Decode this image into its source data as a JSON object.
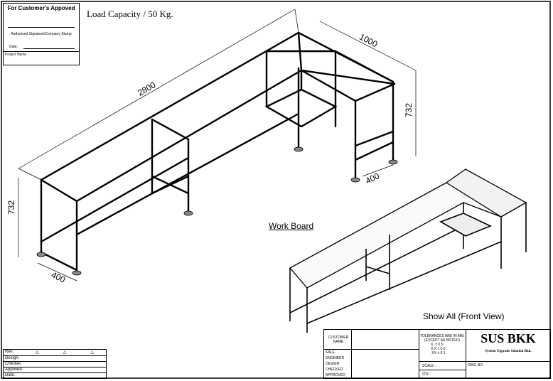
{
  "approval_box": {
    "title": "For Customer's  Appoved",
    "signature_label": "Authorized Signature/Company Stamp",
    "date_label": "Date:",
    "project_label": "Project Name :"
  },
  "load_capacity": "Load Capacity / 50 Kg.",
  "dimensions": {
    "length": "2800",
    "width": "1000",
    "height_right": "732",
    "height_left": "732",
    "depth_right": "400",
    "depth_left": "400"
  },
  "work_board_label": "Work Board",
  "show_all_label": "Show All (Front View)",
  "revision_table": {
    "rows": [
      "Rev.",
      "Design.",
      "Checker.",
      "Appoved.",
      "Date."
    ]
  },
  "title_block": {
    "customer_name": "CUSTOMER\nNAME",
    "roles": [
      "SALE",
      "ENGINEER",
      "DESIGN",
      "CHECKED",
      "APPROVED"
    ],
    "tolerances_title": "TOLERANCES ARE IN MM.",
    "tolerances_except": "(EXCEPT AS NOTED)",
    "tol_1": "X.   ±  0.5",
    "tol_2": "X.X  ±  0.3",
    "tol_3": ".XX  ±  0.1",
    "scale_label": "SCALE :",
    "qty_label": "Q'ty :",
    "company": "SUS BKK",
    "company_sub": "System Upgrade Solution Bkk.",
    "dwg_label": "DWG.NO."
  }
}
